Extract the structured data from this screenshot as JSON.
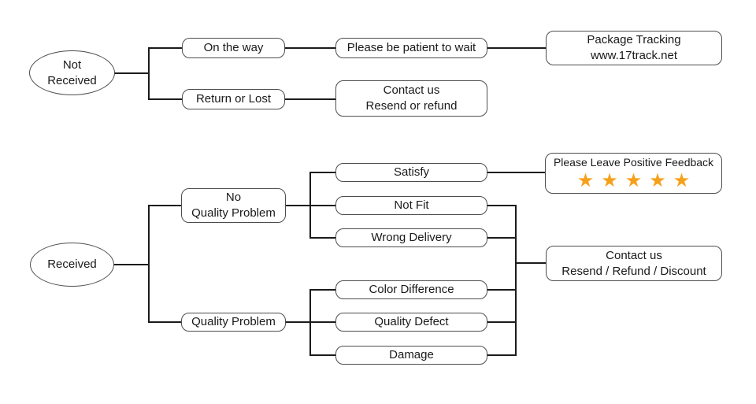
{
  "diagram": {
    "colors": {
      "background": "#ffffff",
      "line": "#1b1b1b",
      "box_border": "#4d4d4d",
      "text": "#1a1a1a",
      "star": "#F5A01B"
    },
    "nodes": {
      "not_received": "Not\nReceived",
      "on_the_way": "On the way",
      "please_wait": "Please be patient to wait",
      "package_tracking": "Package Tracking\nwww.17track.net",
      "return_or_lost": "Return or Lost",
      "contact_resend_refund": "Contact us\nResend or refund",
      "received": "Received",
      "no_quality_problem": "No\nQuality Problem",
      "quality_problem": "Quality Problem",
      "satisfy": "Satisfy",
      "not_fit": "Not Fit",
      "wrong_delivery": "Wrong Delivery",
      "color_difference": "Color Difference",
      "quality_defect": "Quality Defect",
      "damage": "Damage",
      "positive_feedback": "Please Leave Positive Feedback",
      "contact_resend_refund_discount": "Contact us\nResend / Refund / Discount"
    },
    "feedback": {
      "stars": "★★★★★",
      "star_count": 5,
      "star_color": "#F5A01B"
    }
  }
}
